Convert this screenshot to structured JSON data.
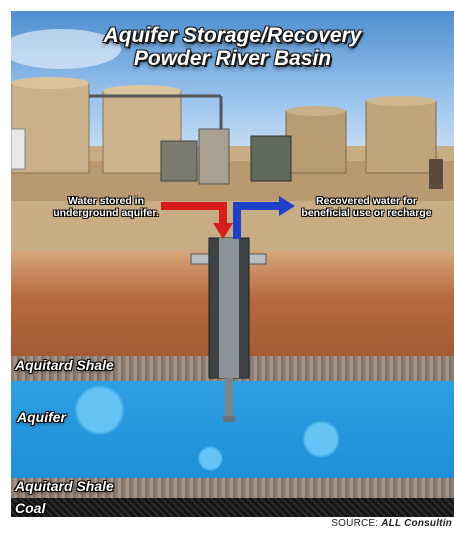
{
  "title": {
    "line1": "Aquifer Storage/Recovery",
    "line2": "Powder River Basin"
  },
  "callouts": {
    "stored_line1": "Water stored in",
    "stored_line2": "underground aquifer.",
    "recovered_line1": "Recovered water for",
    "recovered_line2": "beneficial use or recharge"
  },
  "layers": {
    "aquitard_top": "Aquitard Shale",
    "aquifer": "Aquifer",
    "aquitard_bottom": "Aquitard Shale",
    "coal": "Coal"
  },
  "source": {
    "prefix": "SOURCE:",
    "name": "ALL Consultin"
  },
  "colors": {
    "inflow_arrow": "#d81b1b",
    "outflow_arrow": "#1e3fc9",
    "aquifer": "#2aa3e6",
    "topsoil": "#b86a3e",
    "coal": "#1c1c1c"
  }
}
